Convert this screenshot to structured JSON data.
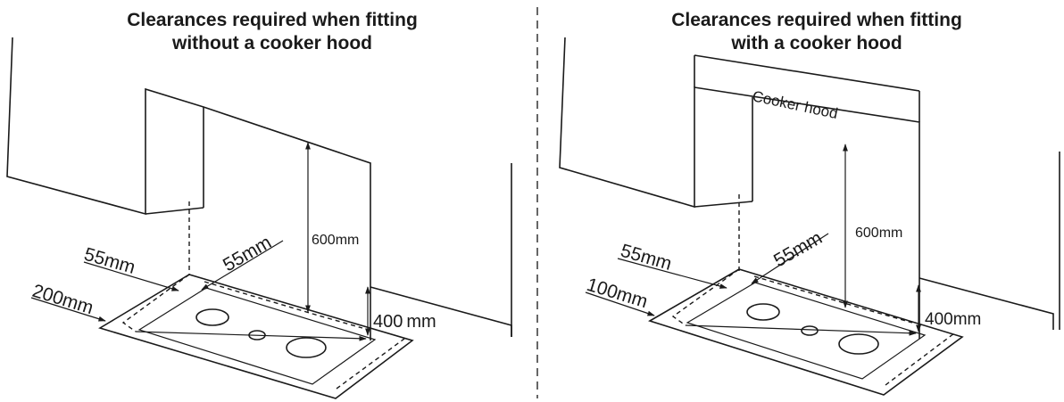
{
  "left_panel": {
    "title_line1": "Clearances required when fitting",
    "title_line2": "without a cooker hood",
    "labels": {
      "side_clearance": "55mm",
      "back_clearance": "55mm",
      "front_clearance": "200mm",
      "height_above": "600mm",
      "height_side": "400",
      "height_side_unit": "mm"
    }
  },
  "right_panel": {
    "title_line1": "Clearances required when fitting",
    "title_line2": "with a cooker hood",
    "hood_label": "Cooker hood",
    "labels": {
      "side_clearance": "55mm",
      "back_clearance": "55mm",
      "front_clearance": "100mm",
      "height_above": "600mm",
      "height_side": "400mm"
    }
  }
}
